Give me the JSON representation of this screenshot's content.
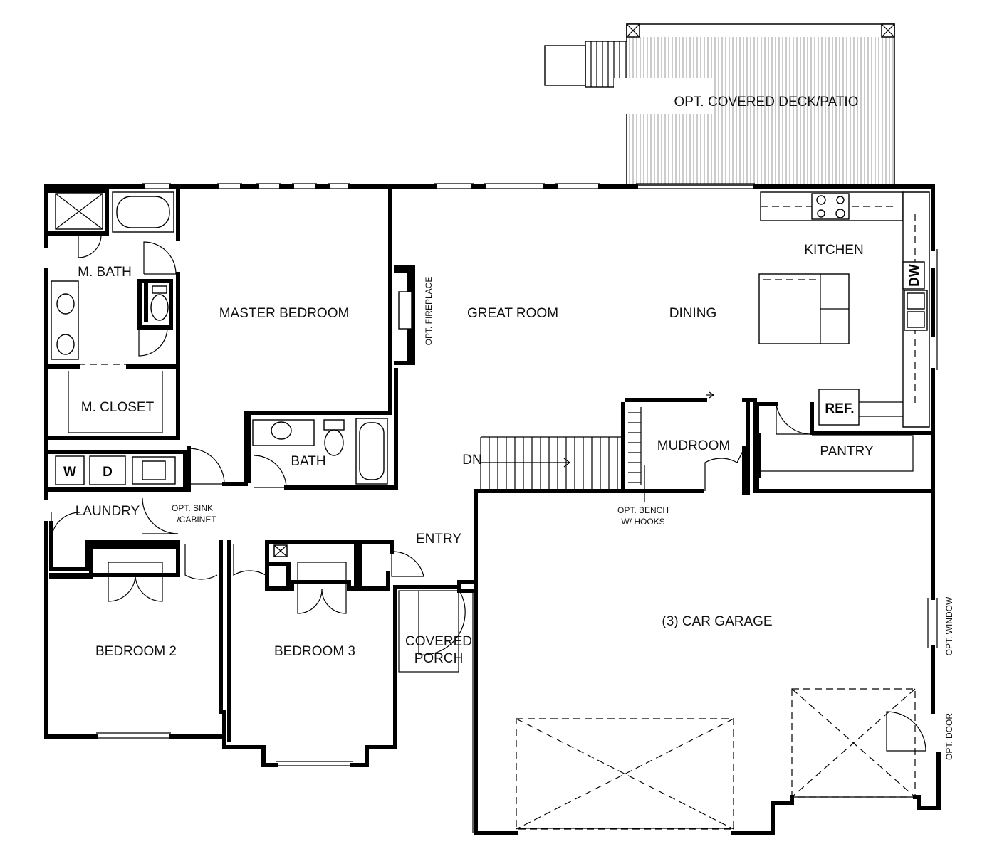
{
  "rooms": {
    "deck": "OPT. COVERED DECK/PATIO",
    "kitchen": "KITCHEN",
    "master_bath": "M. BATH",
    "master_bedroom": "MASTER BEDROOM",
    "fireplace": "OPT. FIREPLACE",
    "great_room": "GREAT ROOM",
    "dining": "DINING",
    "dishwasher": "DW",
    "master_closet": "M. CLOSET",
    "bath": "BATH",
    "mudroom": "MUDROOM",
    "pantry": "PANTRY",
    "refrigerator": "REF.",
    "stairs_down": "DN",
    "washer": "W",
    "dryer": "D",
    "laundry": "LAUNDRY",
    "opt_sink_1": "OPT. SINK",
    "opt_sink_2": "/CABINET",
    "opt_bench_1": "OPT. BENCH",
    "opt_bench_2": "W/ HOOKS",
    "entry": "ENTRY",
    "garage": "(3) CAR GARAGE",
    "opt_window": "OPT. WINDOW",
    "opt_door": "OPT. DOOR",
    "bedroom2": "BEDROOM 2",
    "bedroom3": "BEDROOM 3",
    "porch_1": "COVERED",
    "porch_2": "PORCH"
  }
}
